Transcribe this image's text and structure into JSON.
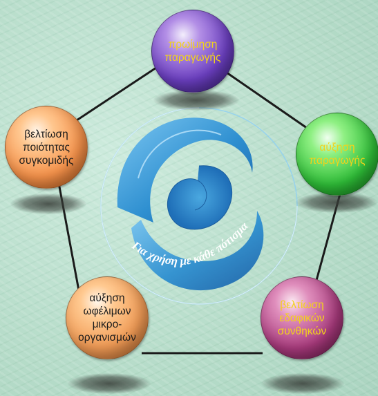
{
  "diagram": {
    "nodes": [
      {
        "id": "top",
        "label": "πρωίμηση παραγωγής",
        "lines": [
          "πρωίμηση",
          "παραγωγής"
        ],
        "color": "purple"
      },
      {
        "id": "right",
        "label": "αύξηση παραγωγής",
        "lines": [
          "αύξηση",
          "παραγωγής"
        ],
        "color": "green"
      },
      {
        "id": "bottom-right",
        "label": "βελτίωση εδαφικών συνθηκών",
        "lines": [
          "βελτίωση",
          "εδαφικών",
          "συνθηκών"
        ],
        "color": "magenta"
      },
      {
        "id": "bottom-left",
        "label": "αύξηση ωφέλιμων μικροοργανισμών",
        "lines": [
          "αύξηση",
          "ωφέλιμων",
          "μικρο-",
          "οργανισμών"
        ],
        "color": "tan"
      },
      {
        "id": "left",
        "label": "βελτίωση ποιότητας συγκομιδής",
        "lines": [
          "βελτίωση",
          "ποιότητας",
          "συγκομιδής"
        ],
        "color": "orange"
      }
    ],
    "edges": [
      [
        "top",
        "right"
      ],
      [
        "right",
        "bottom-right"
      ],
      [
        "bottom-right",
        "bottom-left"
      ],
      [
        "bottom-left",
        "left"
      ],
      [
        "left",
        "top"
      ]
    ],
    "center_text": "Για χρήση με κάθε πότισμα",
    "colors": {
      "line": "#1a1a1a",
      "swirl": "#2e8fd0",
      "label_yellow": "#f2d21a",
      "label_dark": "#1b1b1b"
    }
  }
}
